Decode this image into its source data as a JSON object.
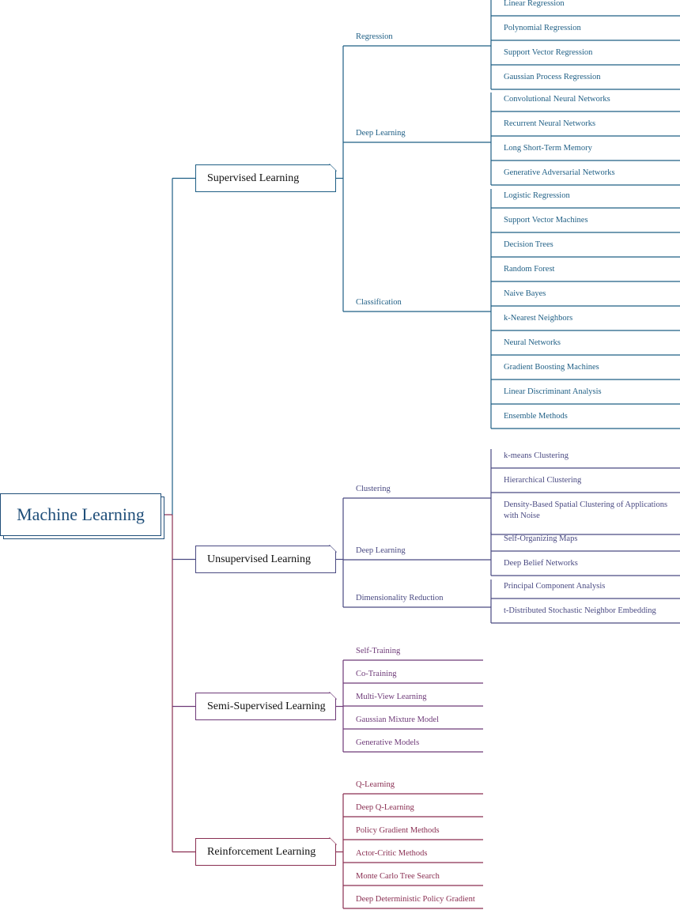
{
  "root": {
    "label": "Machine Learning",
    "color": "#1f4e79"
  },
  "branches": [
    {
      "label": "Supervised Learning",
      "color": "#1f5f85",
      "children": [
        {
          "label": "Regression",
          "leaves": [
            "Linear Regression",
            "Polynomial Regression",
            "Support Vector Regression",
            "Gaussian Process Regression"
          ]
        },
        {
          "label": "Deep Learning",
          "leaves": [
            "Convolutional Neural Networks",
            "Recurrent Neural Networks",
            "Long Short-Term Memory",
            "Generative Adversarial Networks"
          ]
        },
        {
          "label": "Classification",
          "leaves": [
            "Logistic Regression",
            "Support Vector Machines",
            "Decision Trees",
            "Random Forest",
            "Naive Bayes",
            "k-Nearest Neighbors",
            "Neural Networks",
            "Gradient Boosting Machines",
            "Linear Discriminant Analysis",
            "Ensemble Methods"
          ]
        }
      ]
    },
    {
      "label": "Unsupervised Learning",
      "color": "#4a4a82",
      "children": [
        {
          "label": "Clustering",
          "leaves": [
            "k-means Clustering",
            "Hierarchical Clustering",
            "Density-Based Spatial Clustering of Applications with Noise"
          ]
        },
        {
          "label": "Deep Learning",
          "leaves": [
            "Self-Organizing Maps",
            "Deep Belief Networks"
          ]
        },
        {
          "label": "Dimensionality Reduction",
          "leaves": [
            "Principal Component Analysis",
            "t-Distributed Stochastic Neighbor Embedding"
          ]
        }
      ]
    },
    {
      "label": "Semi-Supervised Learning",
      "color": "#6e3a78",
      "leaves": [
        "Self-Training",
        "Co-Training",
        "Multi-View Learning",
        "Gaussian Mixture Model",
        "Generative Models"
      ]
    },
    {
      "label": "Reinforcement Learning",
      "color": "#8a2f52",
      "leaves": [
        "Q-Learning",
        "Deep Q-Learning",
        "Policy Gradient Methods",
        "Actor-Critic Methods",
        "Monte Carlo Tree Search",
        "Deep Deterministic Policy Gradient"
      ]
    }
  ]
}
